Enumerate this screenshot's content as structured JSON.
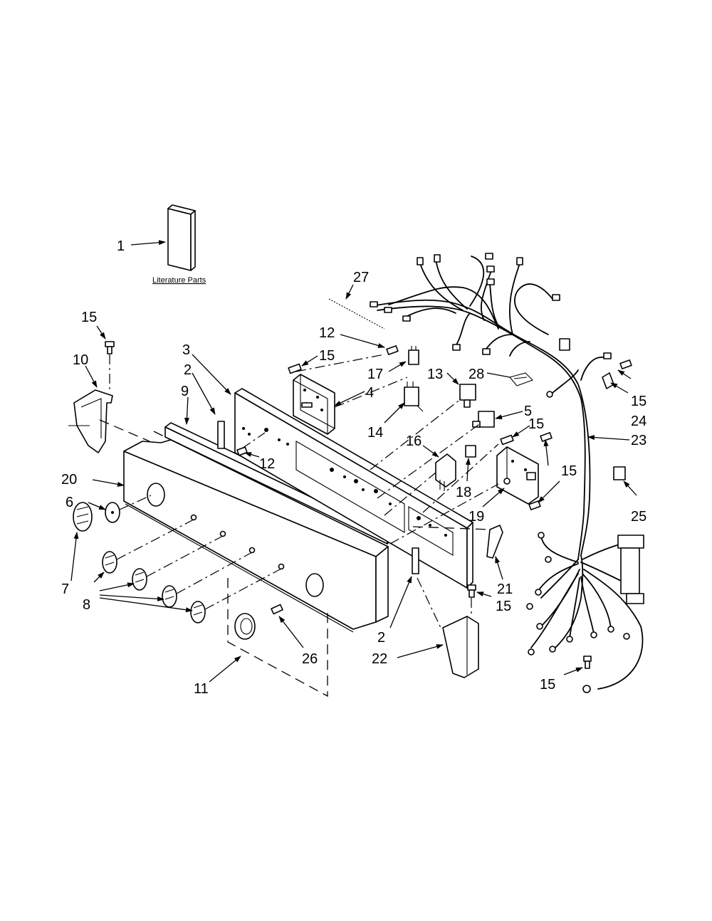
{
  "diagram": {
    "literature_label": "Literature Parts",
    "callouts": {
      "c1": "1",
      "c27": "27",
      "c15a": "15",
      "c10": "10",
      "c12a": "12",
      "c3": "3",
      "c15b": "15",
      "c2a": "2",
      "c17": "17",
      "c13": "13",
      "c28": "28",
      "c9": "9",
      "c4": "4",
      "c15c": "15",
      "c24": "24",
      "c5": "5",
      "c14": "14",
      "c15d": "15",
      "c23": "23",
      "c16": "16",
      "c12b": "12",
      "c20": "20",
      "c15e": "15",
      "c18": "18",
      "c6": "6",
      "c25": "25",
      "c19": "19",
      "c7": "7",
      "c21": "21",
      "c8": "8",
      "c15f": "15",
      "c2b": "2",
      "c26": "26",
      "c22": "22",
      "c15g": "15",
      "c11": "11"
    }
  }
}
